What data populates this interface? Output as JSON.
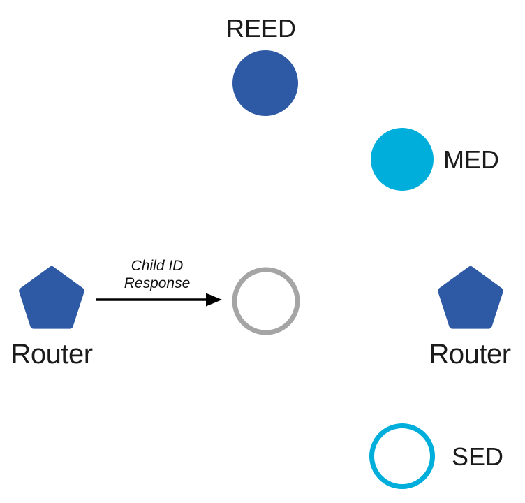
{
  "diagram": {
    "description": "Thread network topology diagram showing a Router sending a Child ID Response to a joining node",
    "nodes": {
      "reed": {
        "label": "REED",
        "shape": "filled-circle"
      },
      "med": {
        "label": "MED",
        "shape": "filled-circle"
      },
      "router_left": {
        "label": "Router",
        "shape": "pentagon"
      },
      "router_right": {
        "label": "Router",
        "shape": "pentagon"
      },
      "joining_node": {
        "label": "",
        "shape": "outline-circle"
      },
      "sed": {
        "label": "SED",
        "shape": "outline-circle"
      }
    },
    "message": {
      "line1": "Child ID",
      "line2": "Response"
    },
    "colors": {
      "router_blue": "#2E5AA5",
      "device_cyan": "#00AEDB",
      "pending_gray": "#A5A5A5",
      "arrow_black": "#000000",
      "background": "#FFFFFF"
    }
  }
}
